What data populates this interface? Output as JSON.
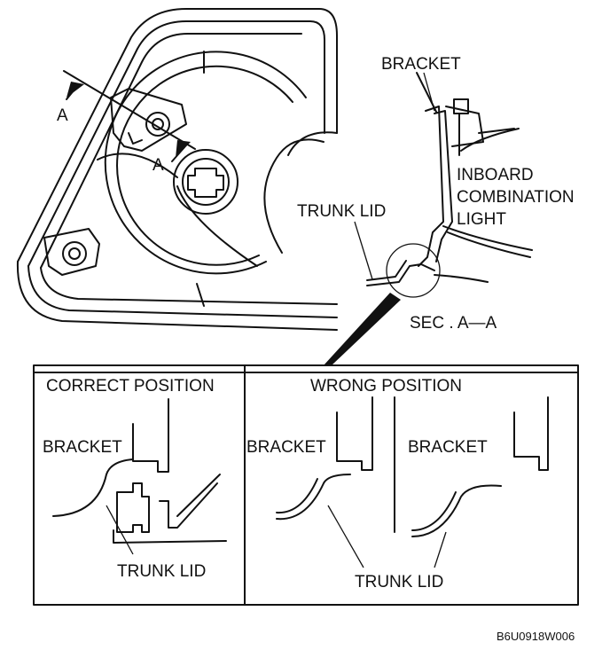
{
  "labels": {
    "bracket_top": "BRACKET",
    "inboard_line1": "INBOARD",
    "inboard_line2": "COMBINATION",
    "inboard_line3": "LIGHT",
    "trunk_lid_top": "TRUNK LID",
    "section": "SEC . A—A",
    "view_a_left": "A",
    "view_a_right": "A",
    "correct_position": "CORRECT POSITION",
    "wrong_position": "WRONG POSITION",
    "bracket_correct": "BRACKET",
    "bracket_wrong1": "BRACKET",
    "bracket_wrong2": "BRACKET",
    "trunk_lid_correct": "TRUNK LID",
    "trunk_lid_wrong": "TRUNK LID",
    "figure_code": "B6U0918W006"
  },
  "icons": {
    "view_arrow": "arrow-icon",
    "fastener": "nut-icon"
  }
}
